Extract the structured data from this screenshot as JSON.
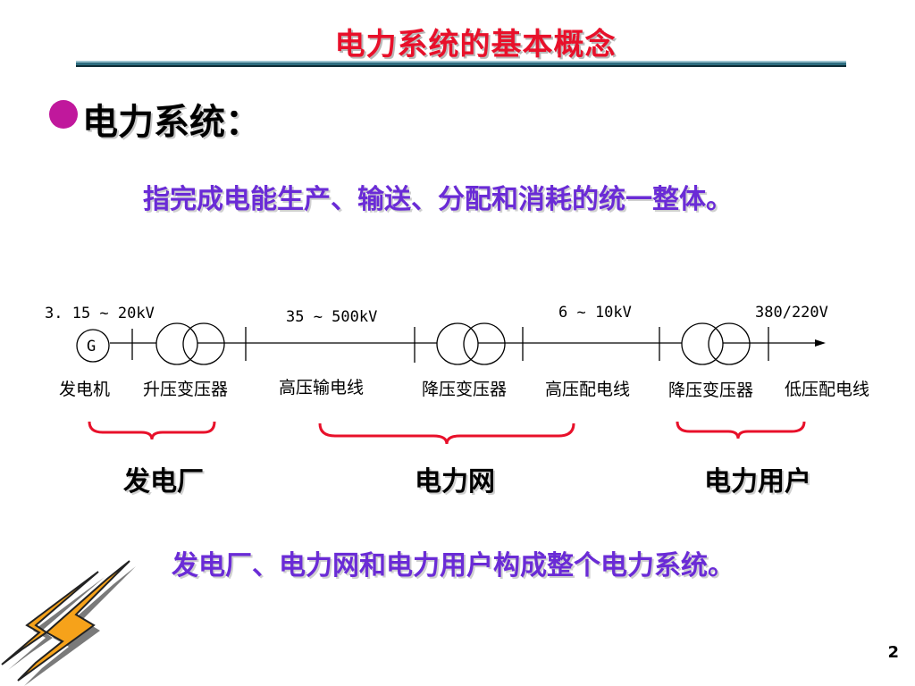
{
  "slide": {
    "title": "电力系统的基本概念",
    "heading": "电力系统：",
    "definition": "指完成电能生产、输送、分配和消耗的统一整体。",
    "summary": "发电厂、电力网和电力用户构成整个电力系统。",
    "page_number": "2"
  },
  "diagram": {
    "voltages": [
      "3. 15 ~ 20kV",
      "35 ~ 500kV",
      "6 ~ 10kV",
      "380/220V"
    ],
    "generator_symbol": "G",
    "components": [
      "发电机",
      "升压变压器",
      "高压输电线",
      "降压变压器",
      "高压配电线",
      "降压变压器",
      "低压配电线"
    ],
    "groups": [
      "发电厂",
      "电力网",
      "电力用户"
    ]
  },
  "colors": {
    "title": "#e8102a",
    "bullet": "#c0189c",
    "highlight_text": "#6a2bd6",
    "brace": "#e8102a",
    "rule": "#2e6d80"
  }
}
